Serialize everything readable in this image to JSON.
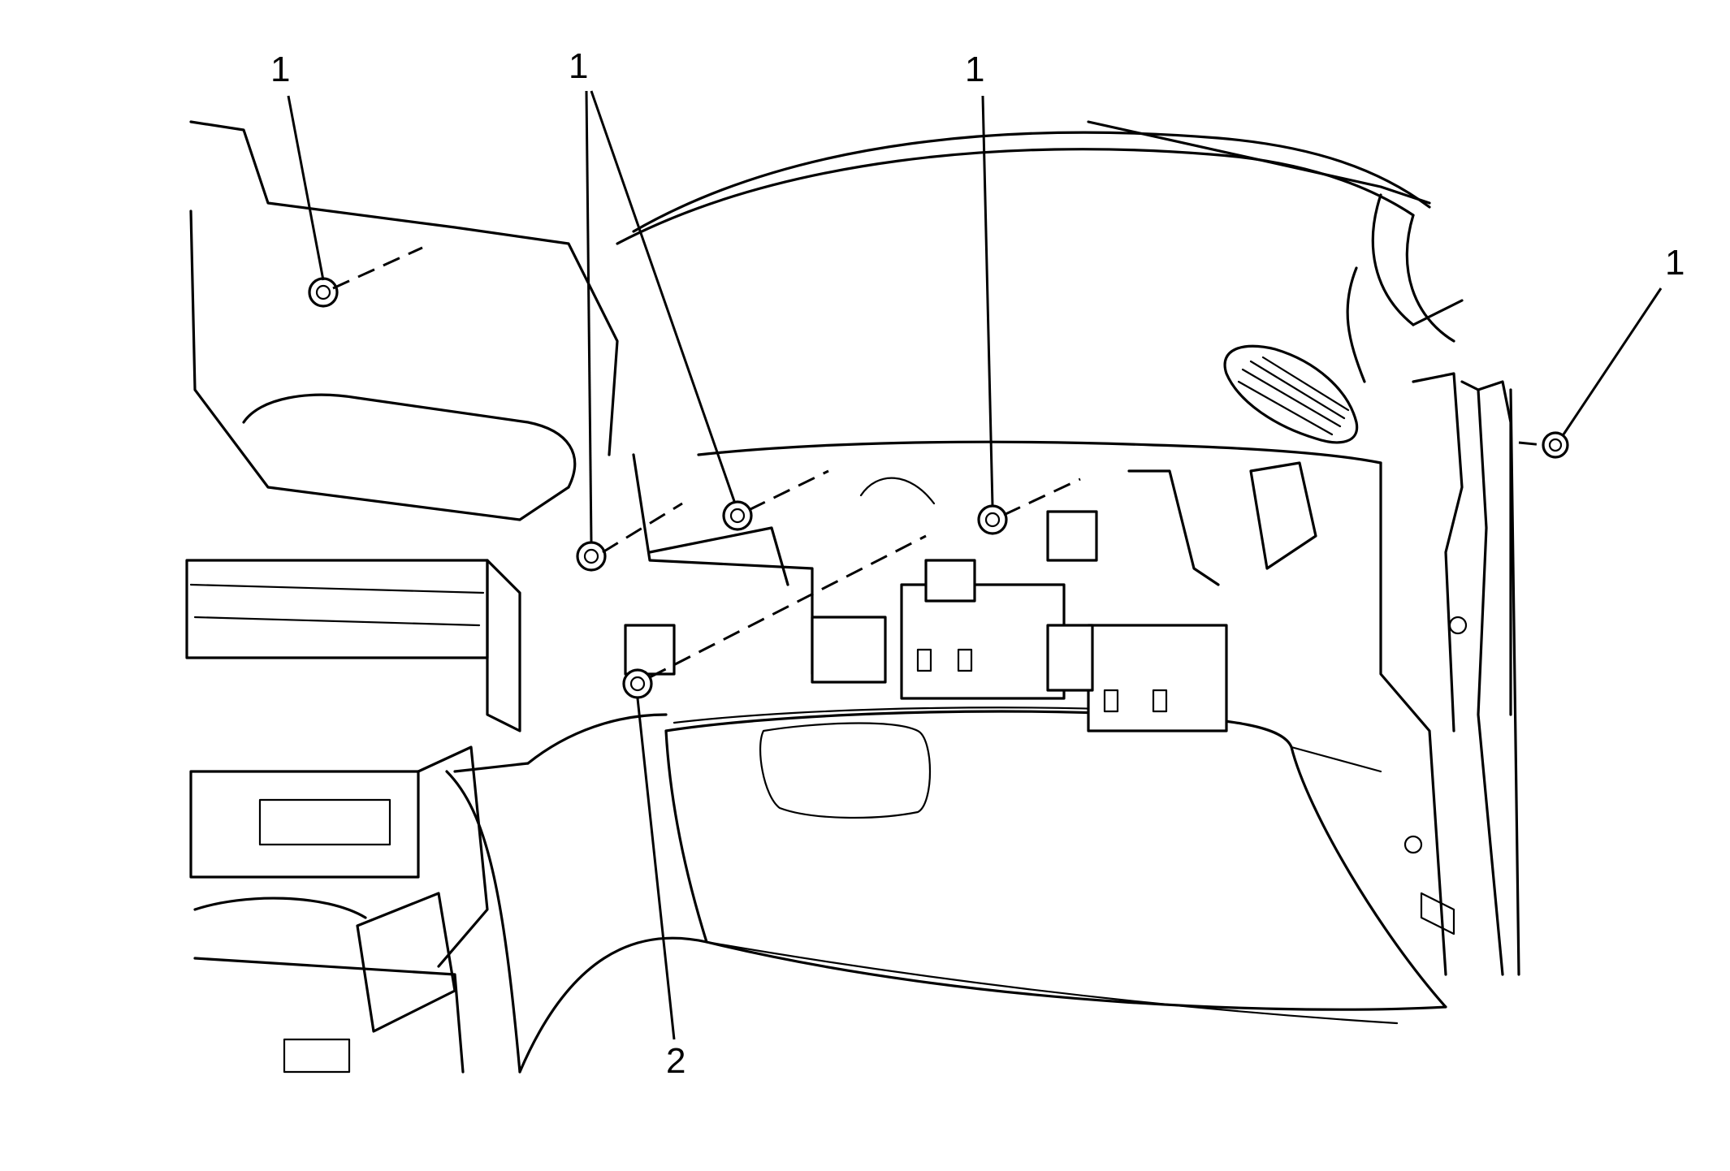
{
  "callouts": [
    {
      "label": "1"
    },
    {
      "label": "1"
    },
    {
      "label": "1"
    },
    {
      "label": "1"
    },
    {
      "label": "2"
    }
  ]
}
